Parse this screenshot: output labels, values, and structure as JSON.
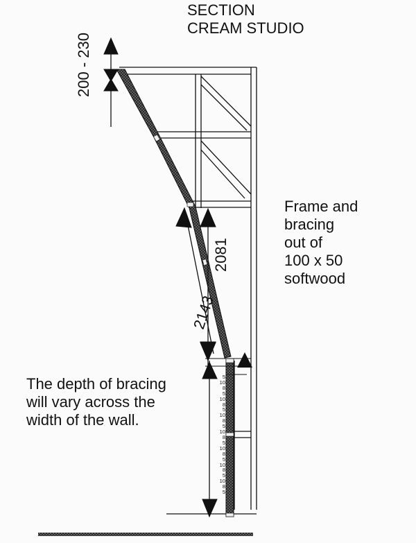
{
  "title": {
    "line1": "SECTION",
    "line2": "CREAM STUDIO"
  },
  "notes": {
    "frame": [
      "Frame and",
      "bracing",
      "out of",
      "100 x 50",
      "softwood"
    ],
    "bracing_depth": [
      "The depth of bracing",
      "will vary across the",
      "width of the wall."
    ]
  },
  "dimensions": {
    "top_offset": "200 - 230",
    "upper_length": "2081",
    "diagonal_length": "2143"
  },
  "course_labels": [
    "5",
    "10",
    "8",
    "5",
    "10",
    "8",
    "5",
    "10",
    "8",
    "5",
    "10",
    "8",
    "5",
    "10",
    "8",
    "5",
    "10",
    "8",
    "5",
    "10",
    "8",
    "5"
  ],
  "colors": {
    "ink": "#111111",
    "paper": "#fbfbfb",
    "hatch": "#3a3a3a"
  }
}
